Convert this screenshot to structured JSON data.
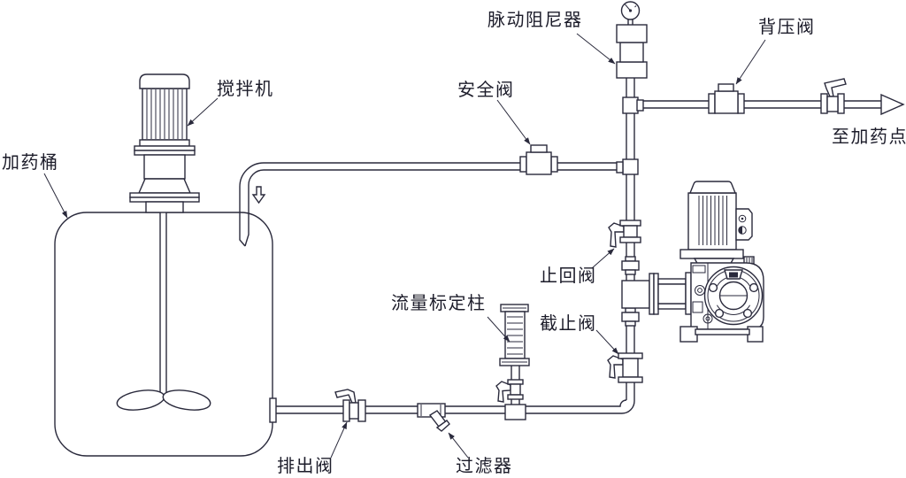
{
  "diagram": {
    "type": "chemical-dosing-system-piping-diagram",
    "background": "#ffffff",
    "line_color": "#2a2a3c",
    "labels": {
      "mixer": "搅拌机",
      "dosing_tank": "加药桶",
      "safety_valve": "安全阀",
      "pulsation_dampener": "脉动阻尼器",
      "back_pressure_valve": "背压阀",
      "to_dosing_point": "至加药点",
      "check_valve": "止回阀",
      "stop_valve": "截止阀",
      "calibration_column": "流量标定柱",
      "discharge_valve": "排出阀",
      "filter": "过滤器"
    }
  }
}
